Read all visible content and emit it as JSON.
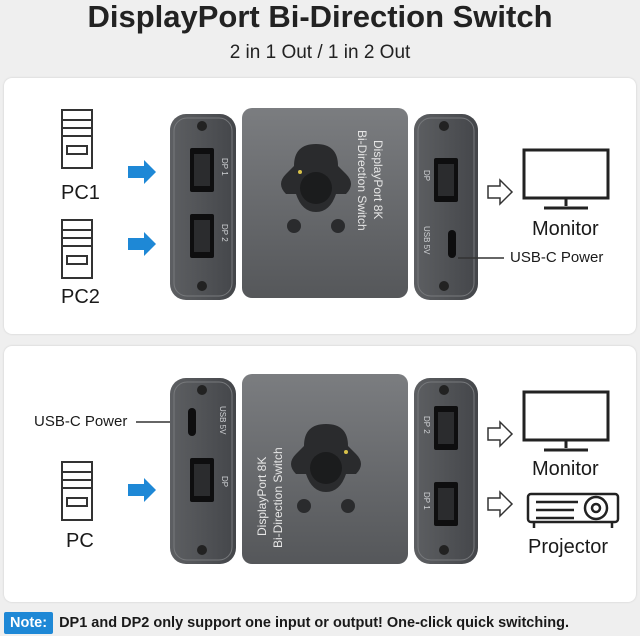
{
  "header": {
    "title": "DisplayPort Bi-Direction Switch",
    "subtitle": "2 in 1 Out / 1 in 2 Out"
  },
  "top_panel": {
    "input_1": "PC1",
    "input_2": "PC2",
    "output": "Monitor",
    "power_label": "USB-C Power",
    "device_text_line1": "DisplayPort  8K",
    "device_text_line2": "Bi-Direction Switch",
    "port_dp1": "DP 1",
    "port_dp2": "DP 2",
    "port_dp": "DP",
    "port_usb": "USB 5V"
  },
  "bottom_panel": {
    "input": "PC",
    "output_1": "Monitor",
    "output_2": "Projector",
    "power_label": "USB-C Power",
    "device_text_line1": "DisplayPort  8K",
    "device_text_line2": "Bi-Direction Switch",
    "port_dp1": "DP 1",
    "port_dp2": "DP 2",
    "port_dp": "DP",
    "port_usb": "USB 5V"
  },
  "note": {
    "badge": "Note:",
    "text": "DP1 and DP2 only support one input or output!  One-click quick switching."
  },
  "colors": {
    "accent": "#1e88d6",
    "device_body": "#6b6d70",
    "device_dark": "#3a3b3d"
  }
}
